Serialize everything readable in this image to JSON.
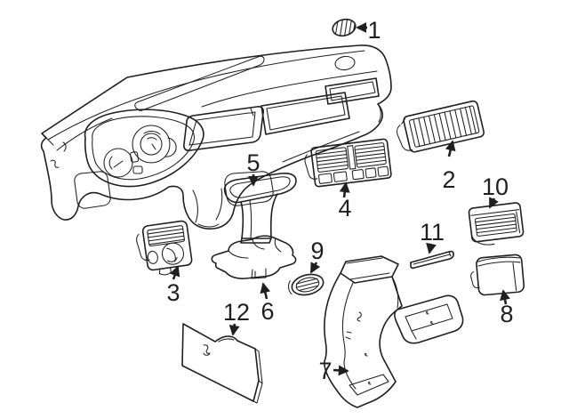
{
  "diagram": {
    "background_color": "#ffffff",
    "line_color": "#1f1f1f",
    "callouts": [
      {
        "number": "1",
        "arrow_direction": "left"
      },
      {
        "number": "2",
        "arrow_direction": "up"
      },
      {
        "number": "3",
        "arrow_direction": "up"
      },
      {
        "number": "4",
        "arrow_direction": "up"
      },
      {
        "number": "5",
        "arrow_direction": "down"
      },
      {
        "number": "6",
        "arrow_direction": "up"
      },
      {
        "number": "7",
        "arrow_direction": "right"
      },
      {
        "number": "8",
        "arrow_direction": "up"
      },
      {
        "number": "9",
        "arrow_direction": "down"
      },
      {
        "number": "10",
        "arrow_direction": "down"
      },
      {
        "number": "11",
        "arrow_direction": "down"
      },
      {
        "number": "12",
        "arrow_direction": "down"
      }
    ]
  }
}
